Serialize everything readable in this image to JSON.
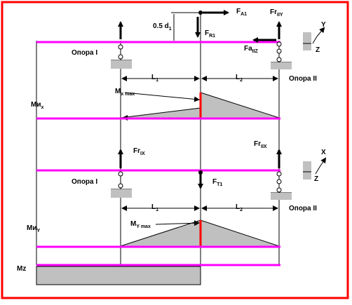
{
  "colors": {
    "frame": "#ff0000",
    "beam": "#ff00ff",
    "fill": "#c0c0c0",
    "peak": "#ff0000",
    "ink": "#000000"
  },
  "labels": {
    "fa1_main": "F",
    "fa1_sub": "A1",
    "d1_main": "0.5 d",
    "d1_sub": "1",
    "fr1_main": "F",
    "fr1_sub": "R1",
    "fr2_main": "Fr",
    "fr2_sub": "IIY",
    "fa2_main": "Fa",
    "fa2_sub": "IIZ",
    "axis_y": "Y",
    "axis_z1": "Z",
    "opora1_top": "Опора I",
    "opora2_top": "Опора II",
    "l1_top_main": "L",
    "l1_top_sub": "1",
    "l2_top_main": "L",
    "l2_top_sub": "2",
    "mx_main": "M",
    "mx_sub": "x max",
    "mix_main": "Mи",
    "mix_sub": "x",
    "fr1x_main": "Fr",
    "fr1x_sub": "IX",
    "fr2x_main": "Fr",
    "fr2x_sub": "IIX",
    "axis_x": "X",
    "axis_z2": "Z",
    "opora1_bot": "Опора I",
    "opora2_bot": "Опора II",
    "ft1_main": "F",
    "ft1_sub": "T1",
    "l1_bot_main": "L",
    "l1_bot_sub": "1",
    "l2_bot_main": "L",
    "l2_bot_sub": "2",
    "my_main": "M",
    "my_sub": "Y max",
    "miy_main": "Mи",
    "miy_sub": "Y",
    "mz": "Mz"
  }
}
